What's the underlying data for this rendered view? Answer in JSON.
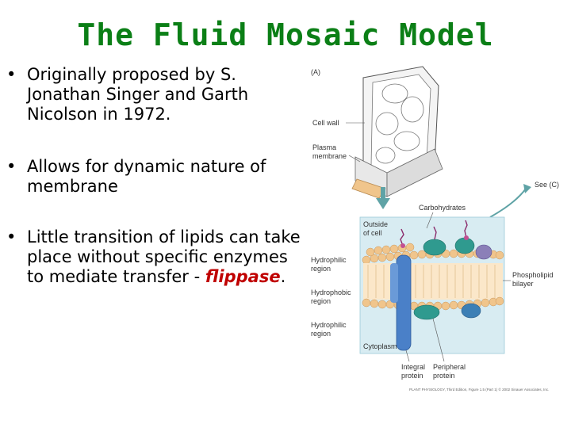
{
  "title": "The Fluid Mosaic Model",
  "bullets": [
    {
      "dot": "•",
      "text": "Originally proposed by S. Jonathan Singer and Garth Nicolson in 1972."
    },
    {
      "dot": "•",
      "text": "Allows for dynamic nature of membrane"
    },
    {
      "dot": "•",
      "text_before": "Little transition of lipids can take place without specific enzymes to mediate transfer - ",
      "highlight": "flippase",
      "text_after": "."
    }
  ],
  "figure": {
    "panel_label": "(A)",
    "labels": {
      "cell_wall": "Cell wall",
      "plasma_line1": "Plasma",
      "plasma_line2": "membrane",
      "see": "See (C)",
      "carbohydrates": "Carbohydrates",
      "outside_line1": "Outside",
      "outside_line2": "of cell",
      "hydrophilic_line1": "Hydrophilic",
      "hydrophilic_line2": "region",
      "hydrophobic_line1": "Hydrophobic",
      "hydrophobic_line2": "region",
      "hydrophilic2_line1": "Hydrophilic",
      "hydrophilic2_line2": "region",
      "phospholipid_line1": "Phospholipid",
      "phospholipid_line2": "bilayer",
      "cytoplasm": "Cytoplasm",
      "integral_line1": "Integral",
      "integral_line2": "protein",
      "peripheral_line1": "Peripheral",
      "peripheral_line2": "protein",
      "credit": "PLANT PHYSIOLOGY, Third Edition, Figure 1.5 (Part 1) © 2002 Sinauer Associates, Inc."
    },
    "colors": {
      "membrane_bg": "#d8ecf2",
      "lipid_head": "#f0c58c",
      "integral": "#4a80c8",
      "peripheral": "#2f9a8f",
      "carb": "#8a2a6b",
      "arrow": "#5fa3a6"
    }
  }
}
